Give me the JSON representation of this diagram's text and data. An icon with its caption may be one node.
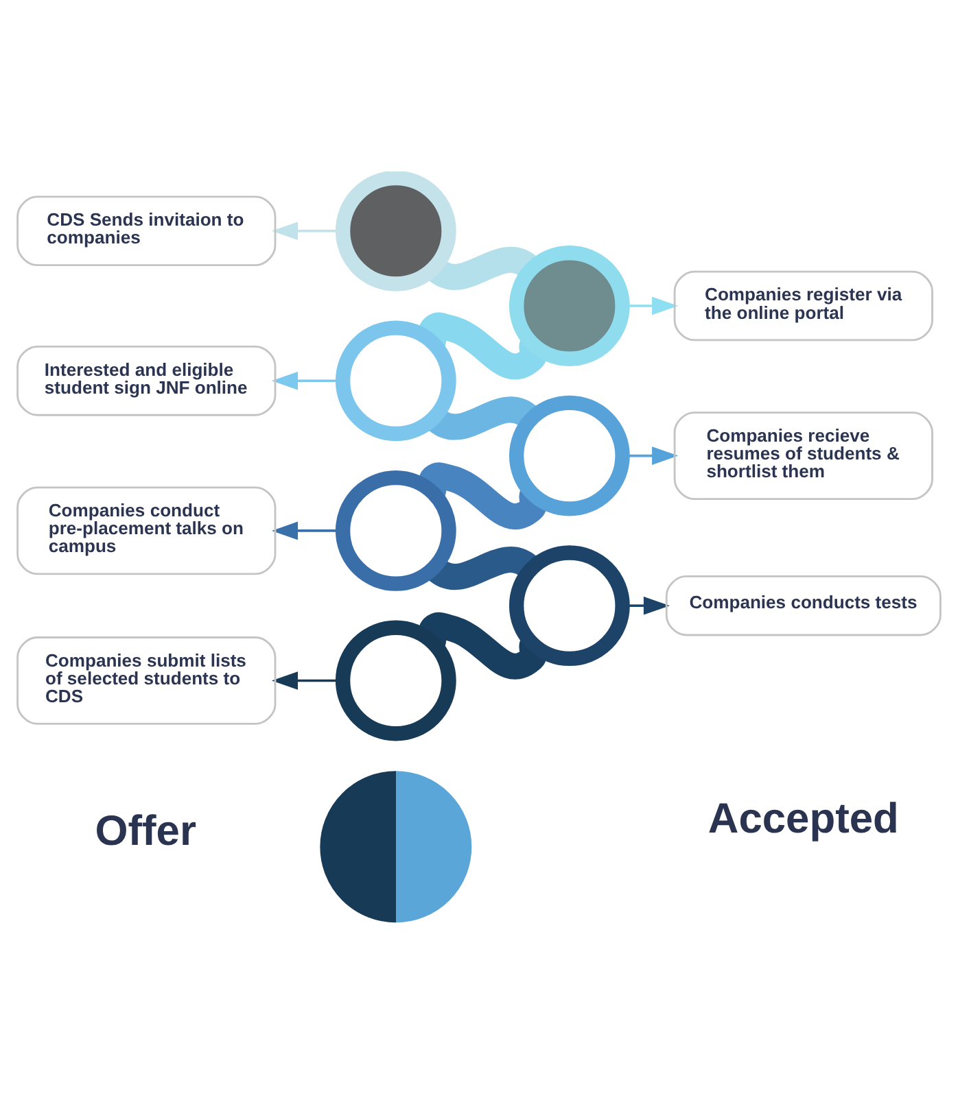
{
  "diagram": {
    "nodes": [
      {
        "text": [
          "CDS Sends invitaion to companies"
        ]
      },
      {
        "text": [],
        "shape": "circle"
      },
      {
        "text": [],
        "shape": "circle"
      },
      {
        "text": [
          "Companies register via the online portal"
        ]
      },
      {
        "text": [
          "Interested and eligible student sign JNF online"
        ]
      },
      {
        "text": [],
        "shape": "circle"
      },
      {
        "text": [],
        "shape": "circle"
      },
      {
        "text": [
          "Companies recieve resumes of students & shortlist them"
        ]
      },
      {
        "text": [
          "Companies conduct pre-placement talks on campus"
        ]
      },
      {
        "text": [],
        "shape": "circle"
      },
      {
        "text": [],
        "shape": "circle"
      },
      {
        "text": [
          "Companies conducts tests"
        ]
      },
      {
        "text": [
          "Companies submit lists of selected students to CDS"
        ]
      },
      {
        "text": [],
        "shape": "circle"
      },
      {
        "text": [],
        "shape": "circle"
      }
    ],
    "edges": [
      {
        "from": 1,
        "to": 0,
        "arrow": "to",
        "color": "#c0e2ea"
      },
      {
        "from": 1,
        "to": 2,
        "arrow": "none",
        "style": "thick",
        "color": "#b4e0ec"
      },
      {
        "from": 2,
        "to": 3,
        "arrow": "to",
        "color": "#8edff2"
      },
      {
        "from": 2,
        "to": 5,
        "arrow": "none",
        "style": "thick",
        "color": "#88d8f0"
      },
      {
        "from": 5,
        "to": 4,
        "arrow": "to",
        "color": "#7cc8ee"
      },
      {
        "from": 5,
        "to": 6,
        "arrow": "none",
        "style": "thick",
        "color": "#6cb6e4"
      },
      {
        "from": 6,
        "to": 7,
        "arrow": "to",
        "color": "#56a2da"
      },
      {
        "from": 6,
        "to": 9,
        "arrow": "none",
        "style": "thick",
        "color": "#4884c0"
      },
      {
        "from": 9,
        "to": 8,
        "arrow": "to",
        "color": "#3a70aa"
      },
      {
        "from": 9,
        "to": 10,
        "arrow": "none",
        "style": "thick",
        "color": "#2a5a8a"
      },
      {
        "from": 10,
        "to": 11,
        "arrow": "to",
        "color": "#1d4468"
      },
      {
        "from": 10,
        "to": 13,
        "arrow": "none",
        "style": "thick",
        "color": "#183f60"
      },
      {
        "from": 13,
        "to": 12,
        "arrow": "to",
        "color": "#173a56"
      }
    ],
    "labels": [
      "Offer",
      "Accepted"
    ]
  }
}
